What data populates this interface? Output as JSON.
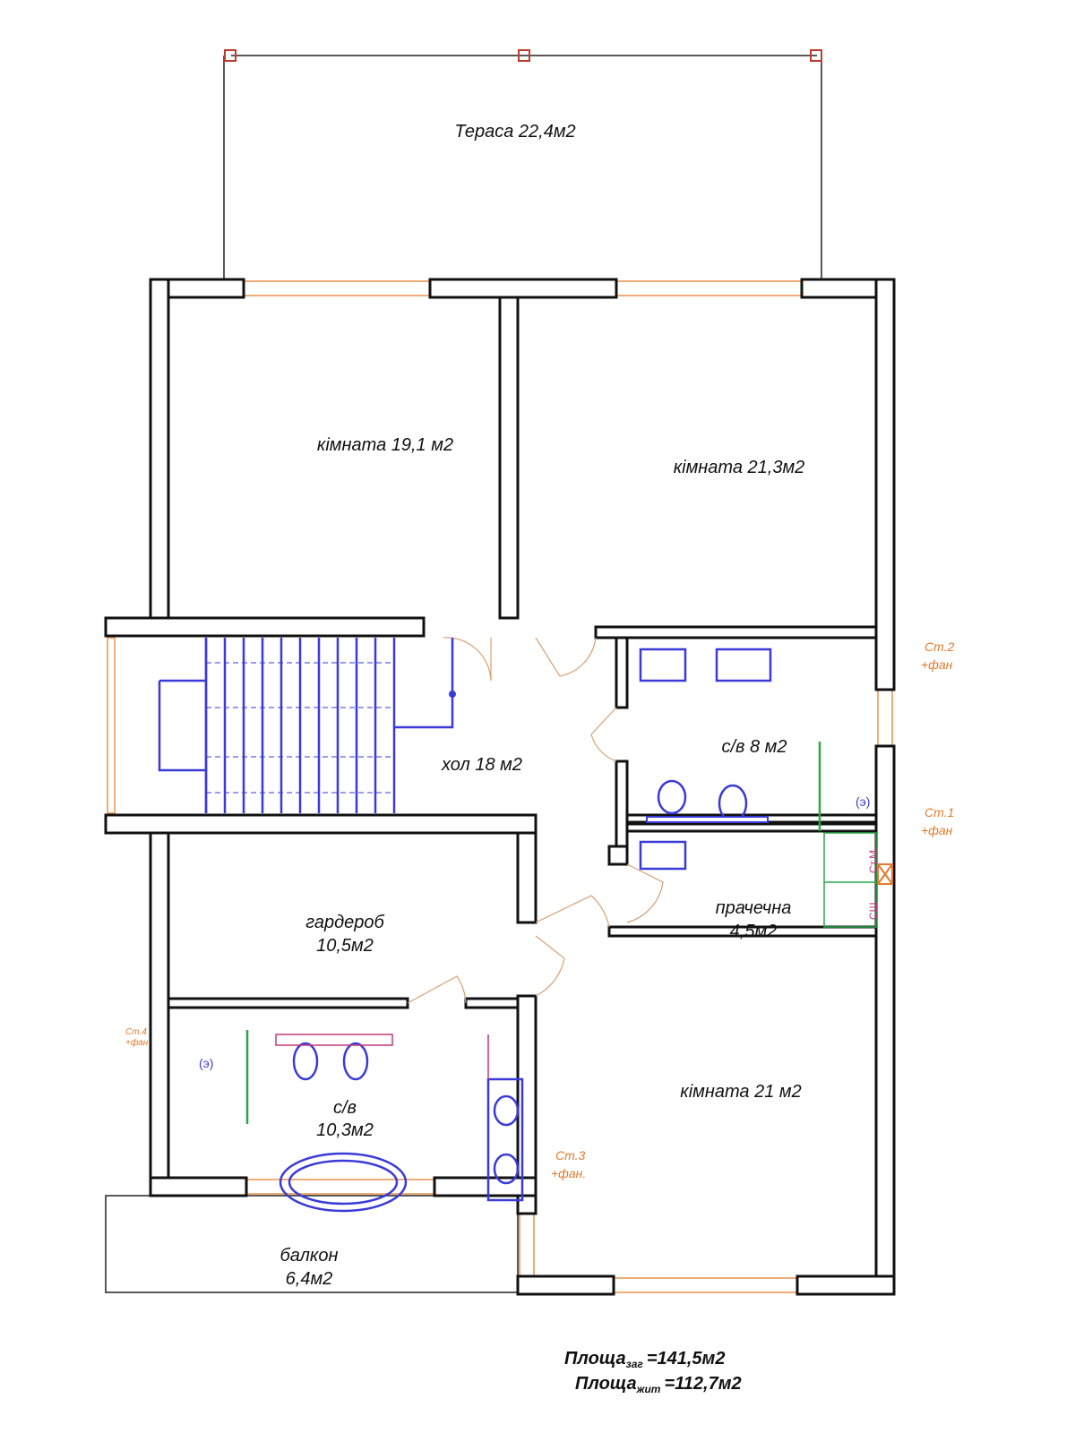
{
  "rooms": {
    "terrace": "Тераса 22,4м2",
    "room1": "кімната 19,1 м2",
    "room2": "кімната 21,3м2",
    "hall": "хол 18 м2",
    "bath1": "с/в 8 м2",
    "wardrobe_name": "гардероб",
    "wardrobe_area": "10,5м2",
    "laundry_name": "прачечна",
    "laundry_area": "4,5м2",
    "bath2_name": "с/в",
    "bath2_area": "10,3м2",
    "room3": "кімната 21 м2",
    "balcony_name": "балкон",
    "balcony_area": "6,4м2"
  },
  "risers": {
    "st1_a": "Ст.1",
    "st1_b": "+фан",
    "st2_a": "Ст.2",
    "st2_b": "+фан",
    "st3_a": "Ст.3",
    "st3_b": "+фан.",
    "st4_a": "Ст.4",
    "st4_b": "+фан",
    "stm": "Ст.М.",
    "sh": "СШ"
  },
  "totals": {
    "total_label": "Площа",
    "total_sub": "заг",
    "total_value": "=141,5м2",
    "living_label": "Площа",
    "living_sub": "жит",
    "living_value": "=112,7м2"
  },
  "colors": {
    "wall": "#111111",
    "window": "#e8924a",
    "fixture": "#3a3ad8",
    "riser": "#2aa84a"
  }
}
